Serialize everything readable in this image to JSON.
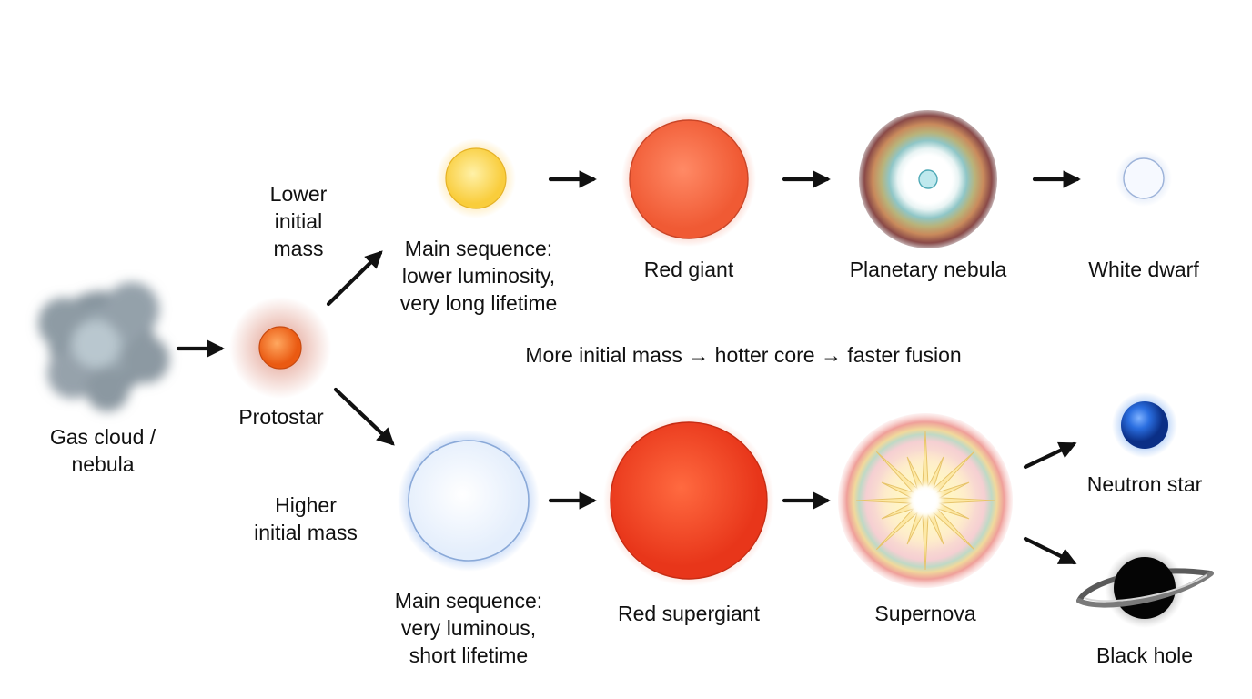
{
  "stages": {
    "gas_cloud": {
      "label_line1": "Gas cloud /",
      "label_line2": "nebula"
    },
    "protostar": {
      "label": "Protostar"
    },
    "low_main_sequence": {
      "label_line1": "Main sequence:",
      "label_line2": "lower luminosity,",
      "label_line3": "very long lifetime"
    },
    "red_giant": {
      "label": "Red giant"
    },
    "planetary_nebula": {
      "label": "Planetary nebula"
    },
    "white_dwarf": {
      "label": "White dwarf"
    },
    "high_main_sequence": {
      "label_line1": "Main sequence:",
      "label_line2": "very luminous,",
      "label_line3": "short lifetime"
    },
    "red_supergiant": {
      "label": "Red supergiant"
    },
    "supernova": {
      "label": "Supernova"
    },
    "neutron_star": {
      "label": "Neutron star"
    },
    "black_hole": {
      "label": "Black hole"
    }
  },
  "branches": {
    "lower": {
      "line1": "Lower",
      "line2": "initial",
      "line3": "mass"
    },
    "higher": {
      "line1": "Higher",
      "line2": "initial mass"
    }
  },
  "note": "More initial mass → hotter core → faster fusion",
  "colors": {
    "arrow": "#111111",
    "gas_cloud": "#8a97a0",
    "protostar": "#f0701e",
    "low_main_sequence": "#fcd650",
    "red_giant": "#f4603c",
    "planetary_nebula_ring": "#8fb3a0",
    "white_dwarf": "#f4f8ff",
    "high_main_sequence": "#eef5ff",
    "red_supergiant": "#ec3c1e",
    "supernova_core": "#fff6c8",
    "neutron_star": "#1e5fd0",
    "black_hole": "#050505"
  }
}
